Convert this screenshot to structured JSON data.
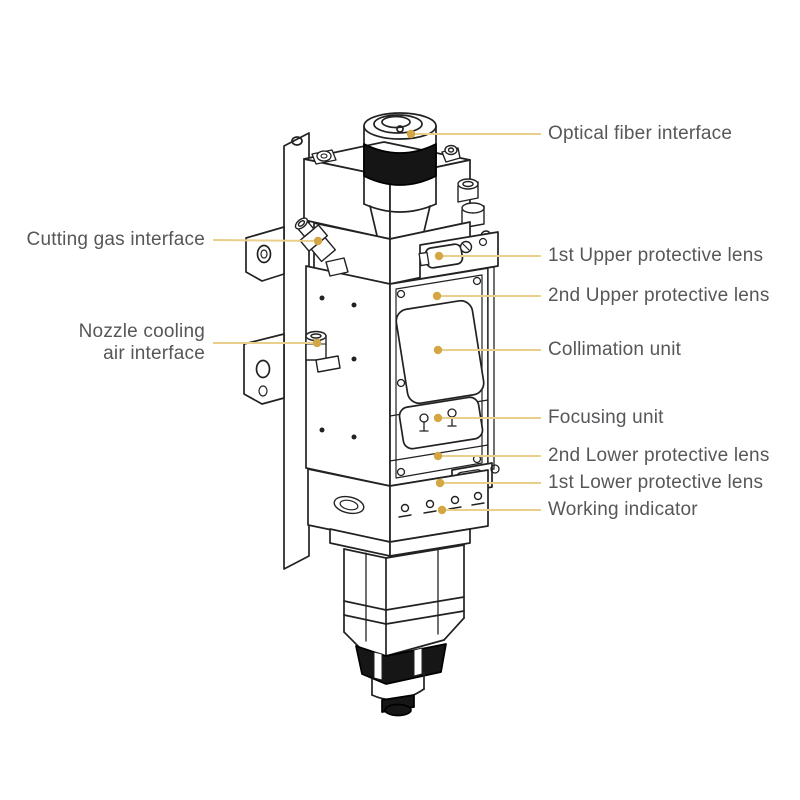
{
  "labels": {
    "optical_fiber": "Optical fiber interface",
    "cutting_gas": "Cutting gas interface",
    "upper_protective_lens_1": "1st Upper protective lens",
    "upper_protective_lens_2": "2nd Upper protective lens",
    "collimation_unit": "Collimation unit",
    "nozzle_cooling_line1": "Nozzle cooling",
    "nozzle_cooling_line2": "air interface",
    "focusing_unit": "Focusing unit",
    "lower_protective_lens_2": "2nd Lower protective lens",
    "lower_protective_lens_1": "1st Lower protective lens",
    "working_indicator": "Working indicator"
  },
  "colors": {
    "leader_line": "#E9CF8B",
    "leader_dot": "#D4A644",
    "label_text": "#57575A",
    "drawing_line": "#222222",
    "background": "#FFFFFF"
  }
}
